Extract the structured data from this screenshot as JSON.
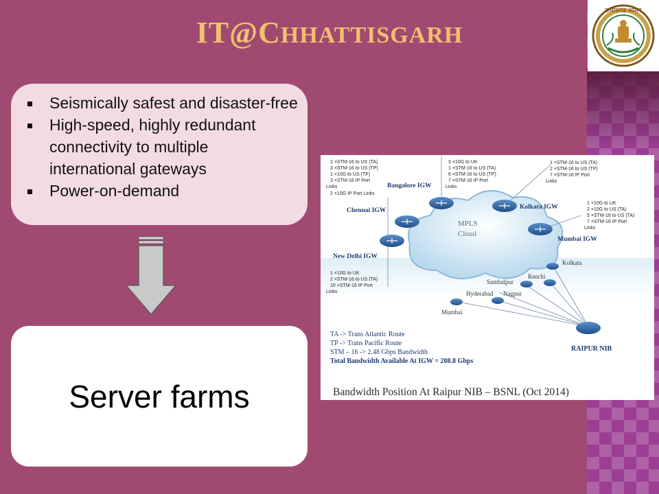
{
  "title": {
    "prefix": "IT@C",
    "rest": "HHATTISGARH"
  },
  "logo": {
    "icon": "state-emblem-icon",
    "text": "छत्तीसगढ़ शासन"
  },
  "bullets": [
    "Seismically safest and disaster-free",
    "High-speed, highly redundant connectivity to multiple international gateways",
    "Power-on-demand"
  ],
  "arrow_icon": "down-arrow-icon",
  "server_farms": "Server farms",
  "diagram": {
    "cloud_label_1": "MPLS",
    "cloud_label_2": "Cloud",
    "gateways": {
      "bangalore": "Bangalore IGW",
      "chennai": "Chennai IGW",
      "newdelhi": "New Delhi IGW",
      "kolkata": "Kolkata IGW",
      "mumbai": "Mumbai  IGW"
    },
    "notes": {
      "chennai": [
        "2 ×STM-16 to US (TA)",
        "3 ×STM-16 to US (TP)",
        "1 ×10G to US (TP)",
        "3 ×STM-16  IP Port",
        "Links",
        "2 ×10G  IP Port Links"
      ],
      "bangalore": [
        "3 ×10G to UK",
        "1 ×STM-16 to US (TA)",
        "6 ×STM-16 to US (TP)",
        "7 ×STM-16  IP Port",
        "Links"
      ],
      "kolkata": [
        "1 ×STM-16 to US (TA)",
        "2 ×STM-16 to US (TP)",
        "7 ×STM-16  IP Port",
        "Links"
      ],
      "mumbai": [
        "1 ×10G to UK",
        "2 ×10G to US (TA)",
        "5 ×STM-16 to US (TA)",
        "7 ×STM-16  IP Port",
        "Links"
      ],
      "newdelhi": [
        "1 ×10G to UK",
        "2 ×STM-16 to US (TA)",
        "10 ×STM-16  IP Port",
        "Links"
      ]
    },
    "cities": {
      "kolkata": "Kolkata",
      "ranchi": "Ranchi",
      "sambalpur": "Sambalpur",
      "hyderabad": "Hyderabad",
      "nagpur": "Nagpur",
      "mumbai": "Mumbai",
      "raipur": "RAIPUR NIB"
    },
    "legend": [
      "TA ->   Trans Atlantic Route",
      "TP ->   Trans Pacific Route",
      "STM – 16 -> 2.48 Gbps Bandwidth"
    ],
    "legend_total": "Total Bandwidth Available At IGW = 208.8 Gbps",
    "caption": "Bandwidth Position At Raipur NIB – BSNL (Oct 2014)"
  },
  "colors": {
    "background": "#a04a72",
    "title": "#f2c06e",
    "bullet_box": "#f3dbe4",
    "strip": "#9b3e94"
  }
}
